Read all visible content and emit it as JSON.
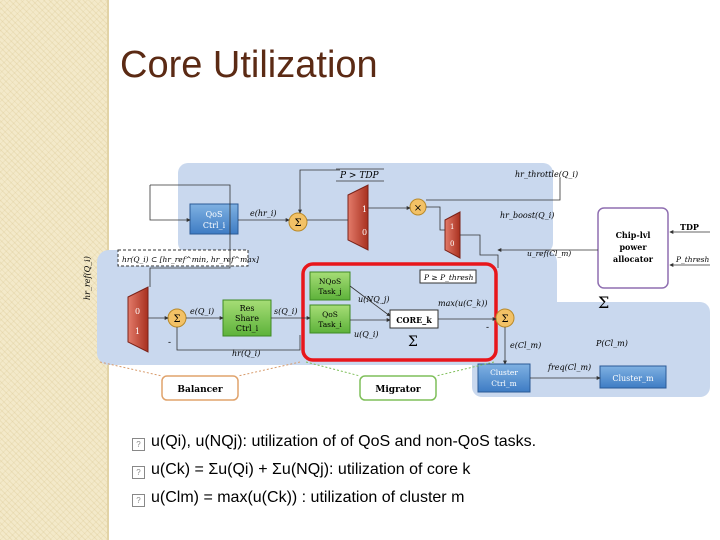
{
  "slide": {
    "title": "Core Utilization"
  },
  "diagram": {
    "tdp_cond": "P > TDP",
    "hr_throttle": "hr_throttle(Q_i)",
    "qos_ctrl": [
      "QoS",
      "Ctrl_i"
    ],
    "e_hr": "e(hr_i)",
    "mux1_one": "1",
    "mux1_zero": "0",
    "times": "×",
    "hr_boost": "hr_boost(Q_i)",
    "mux2_one": "1",
    "mux2_zero": "0",
    "hr_range": "hr(Q_i) ⊂ [hr_ref^min, hr_ref^max]",
    "hr_ref_side": "hr_ref(Q_i)",
    "uref_cl": "u_ref(Cl_m)",
    "chip_lvl": [
      "Chip-lvl",
      "power",
      "allocator"
    ],
    "tdp_in": "TDP",
    "p_thresh": "P_thresh",
    "mux3_zero": "0",
    "mux3_one": "1",
    "e_q": "e(Q_i)",
    "res_share": [
      "Res",
      "Share",
      "Ctrl_i"
    ],
    "s_q": "s(Q_i)",
    "nqos": [
      "NQoS",
      "Task_j"
    ],
    "qos_task": [
      "QoS",
      "Task_i"
    ],
    "u_nq": "u(NQ_j)",
    "u_q": "u(Q_i)",
    "core": "CORE_k",
    "p_cond": "P ≥ P_thresh",
    "max_u": "max(u(C_k))",
    "hr_q": "hr(Q_i)",
    "sigma": "Σ",
    "e_cl": "e(Cl_m)",
    "p_cl": "P(Cl_m)",
    "freq": "freq(Cl_m)",
    "cluster_ctrl": [
      "Cluster",
      "Ctrl_m"
    ],
    "cluster_m": "Cluster_m",
    "balancer": "Balancer",
    "migrator": "Migrator",
    "plus": "+",
    "minus": "-"
  },
  "bullets": [
    {
      "mark": "?",
      "text": "u(Qi), u(NQj): utilization of of QoS and non-QoS tasks."
    },
    {
      "mark": "?",
      "text": "u(Ck) = Σu(Qi) + Σu(NQj): utilization of core k"
    },
    {
      "mark": "?",
      "text": "u(Clm) = max(u(Ck)) : utilization of cluster m"
    }
  ],
  "colors": {
    "title": "#5b2a14",
    "blue_panel": "#c9d8ee",
    "green_box": "#6fc14a",
    "red_mux": "#b33a2a",
    "highlight": "#e8161b",
    "chip_border": "#8f6fb1"
  }
}
